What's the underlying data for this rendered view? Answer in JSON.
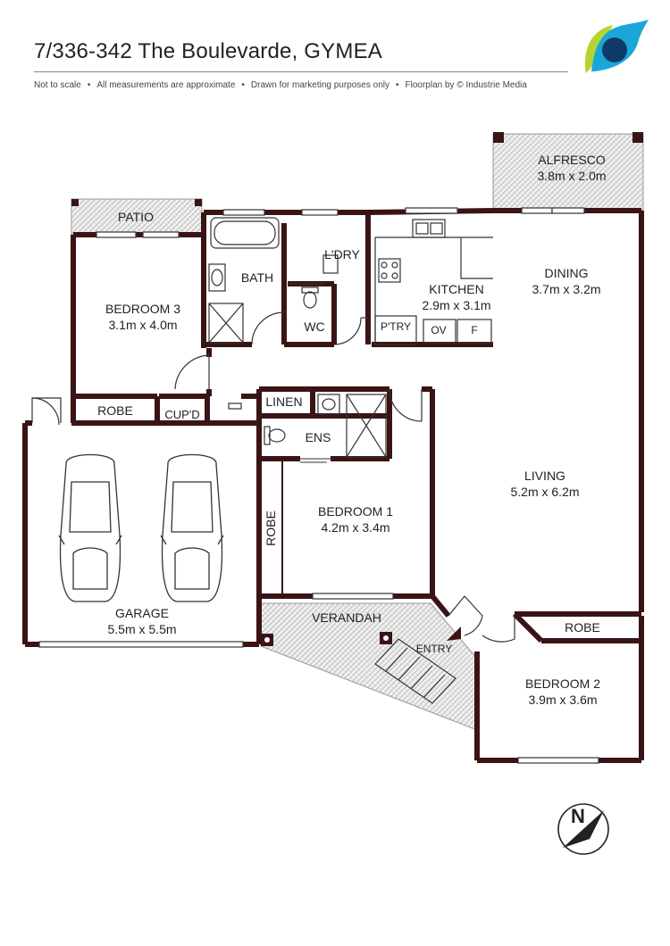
{
  "header": {
    "title": "7/336-342 The Boulevarde, GYMEA",
    "disclaimer": [
      "Not to scale",
      "All measurements are approximate",
      "Drawn for marketing purposes only",
      "Floorplan by © Industrie Media"
    ],
    "separator": "•"
  },
  "logo": {
    "icon": "leaf-logo",
    "colors": [
      "#b5d334",
      "#1aa6d9",
      "#0d3a66"
    ]
  },
  "rooms": {
    "alfresco": {
      "name": "ALFRESCO",
      "size": "3.8m x 2.0m"
    },
    "patio": {
      "name": "PATIO"
    },
    "bath": {
      "name": "BATH"
    },
    "laundry": {
      "name": "L'DRY"
    },
    "wc": {
      "name": "WC"
    },
    "kitchen": {
      "name": "KITCHEN",
      "size": "2.9m x 3.1m"
    },
    "pantry": {
      "name": "P'TRY"
    },
    "oven": {
      "name": "OV"
    },
    "fridge": {
      "name": "F"
    },
    "dining": {
      "name": "DINING",
      "size": "3.7m x 3.2m"
    },
    "bedroom3": {
      "name": "BEDROOM 3",
      "size": "3.1m x 4.0m"
    },
    "robe3": {
      "name": "ROBE"
    },
    "cupboard": {
      "name": "CUP'D"
    },
    "linen": {
      "name": "LINEN"
    },
    "ensuite": {
      "name": "ENS"
    },
    "living": {
      "name": "LIVING",
      "size": "5.2m x 6.2m"
    },
    "garage": {
      "name": "GARAGE",
      "size": "5.5m x 5.5m"
    },
    "bedroom1": {
      "name": "BEDROOM 1",
      "size": "4.2m x 3.4m"
    },
    "robe1": {
      "name": "ROBE"
    },
    "verandah": {
      "name": "VERANDAH"
    },
    "entry": {
      "name": "ENTRY"
    },
    "robe2": {
      "name": "ROBE"
    },
    "bedroom2": {
      "name": "BEDROOM 2",
      "size": "3.9m x 3.6m"
    }
  },
  "compass": {
    "label": "N",
    "icon": "north-arrow-icon"
  },
  "colors": {
    "wall": "#3a1414",
    "hatch": "#b8b8b8",
    "text": "#222222"
  }
}
